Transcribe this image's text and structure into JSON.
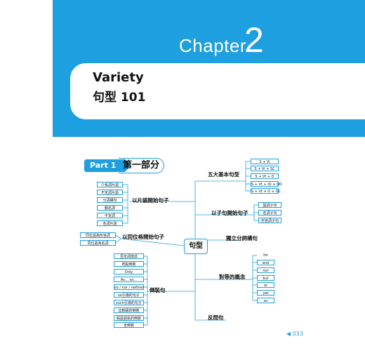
{
  "header": {
    "chapter_word": "Chapter",
    "chapter_number": "2",
    "title_en": "Variety",
    "title_zh": "句型 101"
  },
  "part": {
    "tag": "Part 1",
    "name": "第一部分"
  },
  "mindmap": {
    "center": "句型",
    "left_branches": {
      "participle": {
        "label": "以片語開始句子",
        "items": [
          "介系詞片語",
          "不定詞片語",
          "分詞構句",
          "動名詞",
          "不定詞",
          "名詞片語"
        ]
      },
      "appositive": {
        "label": "以同位格開始句子",
        "items": [
          "同位語為形容詞",
          "同位語為名詞"
        ]
      },
      "inversion": {
        "label": "倒裝句",
        "items": [
          "否定詞放前",
          "地點倒裝",
          "Only",
          "As… so…",
          "so / nor / neither",
          "so引導的句子",
          "such引導的句子",
          "比較級的倒裝",
          "假設語氣的倒裝",
          "全倒裝"
        ]
      }
    },
    "right_branches": {
      "basic": {
        "label": "五大基本句型",
        "items": [
          "S + Vi",
          "S + Vi + SC",
          "S + Vt + O",
          "S + Vt + IO + DO",
          "S + Vt + O + OC"
        ]
      },
      "clause": {
        "label": "以子句開始句子",
        "items": [
          "副詞子句",
          "名詞子句",
          "形容詞子句"
        ]
      },
      "absolute": {
        "label": "獨立分詞構句"
      },
      "coordination": {
        "label": "對等的概念",
        "items": [
          "for",
          "and",
          "nor",
          "but",
          "or",
          "yet",
          "so"
        ]
      },
      "question": {
        "label": "反問句"
      }
    }
  },
  "footer": {
    "page_number": "◀ 033"
  },
  "colors": {
    "accent": "#1e9fe0"
  }
}
